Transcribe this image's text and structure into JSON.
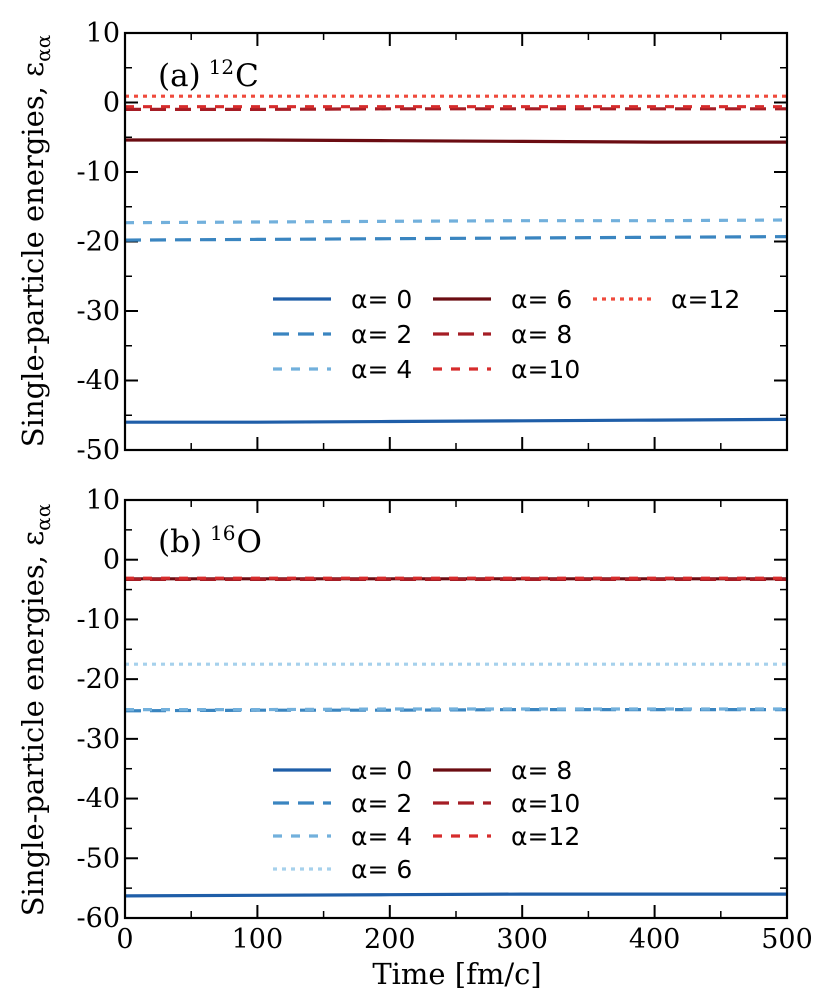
{
  "figure": {
    "xlabel": "Time [fm/c]"
  },
  "chart_data": [
    {
      "type": "line",
      "panel_label": "(a)",
      "nucleus_mass": "12",
      "nucleus_symbol": "C",
      "ylabel_text": "Single-particle energies, ",
      "ylabel_symbol": "ε",
      "ylabel_subscript": "αα",
      "xlim": [
        0,
        500
      ],
      "ylim": [
        -50,
        10
      ],
      "xticks": [
        0,
        100,
        200,
        300,
        400,
        500
      ],
      "yticks": [
        10,
        0,
        -10,
        -20,
        -30,
        -40,
        -50
      ],
      "xtick_labels_visible": false,
      "legend_columns": [
        [
          "α= 0",
          "α= 2",
          "α= 4"
        ],
        [
          "α= 6",
          "α= 8",
          "α=10"
        ],
        [
          "α=12"
        ]
      ],
      "series": [
        {
          "name": "α= 0",
          "color": "#1f5ea8",
          "dash": "solid",
          "x": [
            0,
            100,
            200,
            300,
            400,
            500
          ],
          "y": [
            -46.0,
            -46.0,
            -45.9,
            -45.8,
            -45.7,
            -45.6
          ]
        },
        {
          "name": "α= 2",
          "color": "#3a85c0",
          "dash": "long",
          "x": [
            0,
            100,
            200,
            300,
            400,
            500
          ],
          "y": [
            -19.8,
            -19.7,
            -19.6,
            -19.5,
            -19.4,
            -19.3
          ]
        },
        {
          "name": "α= 4",
          "color": "#72b0dc",
          "dash": "short",
          "x": [
            0,
            100,
            200,
            300,
            400,
            500
          ],
          "y": [
            -17.3,
            -17.2,
            -17.1,
            -17.0,
            -17.0,
            -16.9
          ]
        },
        {
          "name": "α= 6",
          "color": "#6b0c12",
          "dash": "solid",
          "x": [
            0,
            100,
            200,
            300,
            400,
            500
          ],
          "y": [
            -5.4,
            -5.4,
            -5.5,
            -5.6,
            -5.7,
            -5.7
          ]
        },
        {
          "name": "α= 8",
          "color": "#a51d25",
          "dash": "long",
          "x": [
            0,
            100,
            200,
            300,
            400,
            500
          ],
          "y": [
            -1.0,
            -1.0,
            -0.9,
            -0.9,
            -0.9,
            -0.9
          ]
        },
        {
          "name": "α=10",
          "color": "#d62c2c",
          "dash": "short",
          "x": [
            0,
            100,
            200,
            300,
            400,
            500
          ],
          "y": [
            -0.6,
            -0.6,
            -0.6,
            -0.6,
            -0.6,
            -0.6
          ]
        },
        {
          "name": "α=12",
          "color": "#ef4a3c",
          "dash": "dot",
          "x": [
            0,
            100,
            200,
            300,
            400,
            500
          ],
          "y": [
            0.9,
            0.9,
            0.9,
            0.9,
            0.9,
            0.9
          ]
        }
      ]
    },
    {
      "type": "line",
      "panel_label": "(b)",
      "nucleus_mass": "16",
      "nucleus_symbol": "O",
      "ylabel_text": "Single-particle energies, ",
      "ylabel_symbol": "ε",
      "ylabel_subscript": "αα",
      "xlim": [
        0,
        500
      ],
      "ylim": [
        -60,
        10
      ],
      "xticks": [
        0,
        100,
        200,
        300,
        400,
        500
      ],
      "yticks": [
        10,
        0,
        -10,
        -20,
        -30,
        -40,
        -50,
        -60
      ],
      "xtick_labels_visible": true,
      "legend_columns": [
        [
          "α= 0",
          "α= 2",
          "α= 4",
          "α= 6"
        ],
        [
          "α= 8",
          "α=10",
          "α=12"
        ]
      ],
      "series": [
        {
          "name": "α= 0",
          "color": "#1f5ea8",
          "dash": "solid",
          "x": [
            0,
            100,
            200,
            300,
            400,
            500
          ],
          "y": [
            -56.3,
            -56.2,
            -56.1,
            -56.0,
            -56.0,
            -56.0
          ]
        },
        {
          "name": "α= 2",
          "color": "#3a85c0",
          "dash": "long",
          "x": [
            0,
            100,
            200,
            300,
            400,
            500
          ],
          "y": [
            -25.3,
            -25.2,
            -25.2,
            -25.1,
            -25.1,
            -25.1
          ]
        },
        {
          "name": "α= 4",
          "color": "#72b0dc",
          "dash": "short",
          "x": [
            0,
            100,
            200,
            300,
            400,
            500
          ],
          "y": [
            -25.1,
            -25.1,
            -25.0,
            -25.0,
            -25.0,
            -25.0
          ]
        },
        {
          "name": "α= 6",
          "color": "#a6d1ec",
          "dash": "dot",
          "x": [
            0,
            100,
            200,
            300,
            400,
            500
          ],
          "y": [
            -17.5,
            -17.5,
            -17.5,
            -17.5,
            -17.5,
            -17.5
          ]
        },
        {
          "name": "α= 8",
          "color": "#6b0c12",
          "dash": "solid",
          "x": [
            0,
            100,
            200,
            300,
            400,
            500
          ],
          "y": [
            -3.2,
            -3.2,
            -3.2,
            -3.2,
            -3.2,
            -3.2
          ]
        },
        {
          "name": "α=10",
          "color": "#a51d25",
          "dash": "long",
          "x": [
            0,
            100,
            200,
            300,
            400,
            500
          ],
          "y": [
            -3.3,
            -3.3,
            -3.3,
            -3.3,
            -3.3,
            -3.3
          ]
        },
        {
          "name": "α=12",
          "color": "#d62c2c",
          "dash": "short",
          "x": [
            0,
            100,
            200,
            300,
            400,
            500
          ],
          "y": [
            -3.1,
            -3.1,
            -3.1,
            -3.1,
            -3.1,
            -3.1
          ]
        }
      ]
    }
  ]
}
